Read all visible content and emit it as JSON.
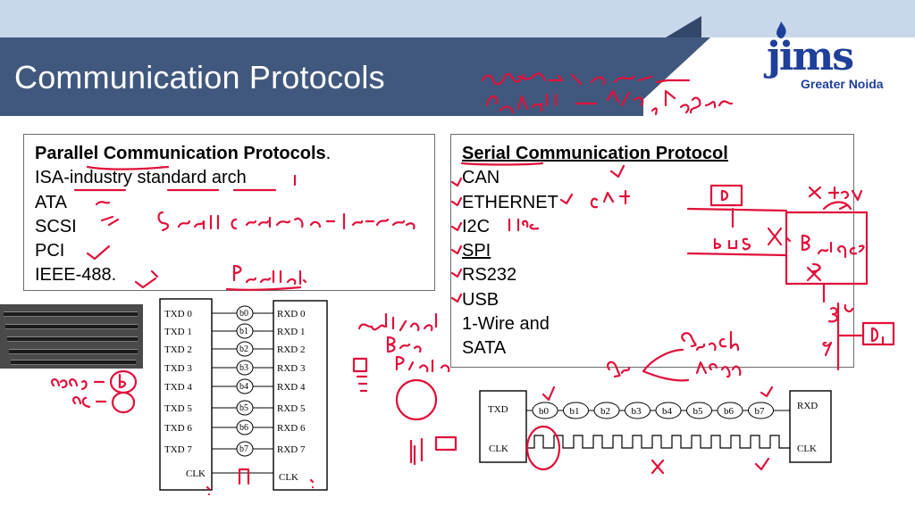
{
  "slide": {
    "title": "Communication Protocols",
    "logo": {
      "word": "jims",
      "subtitle": "Greater Noida"
    }
  },
  "colors": {
    "title_bar": "#41587e",
    "logo_blue": "#1e3f9a",
    "ink_red": "#e0103a",
    "accent_orange": "#f0a030"
  },
  "parallel_box": {
    "heading": "Parallel Communication Protocols",
    "heading_suffix": ".",
    "items": [
      "ISA-industry standard arch",
      "ATA",
      "SCSI",
      "PCI",
      "IEEE-488."
    ]
  },
  "serial_box": {
    "heading": "Serial Communication Protocol",
    "items": [
      "CAN",
      "ETHERNET",
      "I2C",
      "SPI",
      "RS232",
      "USB",
      "1-Wire and",
      "SATA"
    ]
  },
  "parallel_diagram": {
    "txd": [
      "TXD 0",
      "TXD 1",
      "TXD 2",
      "TXD 3",
      "TXD 4",
      "TXD 5",
      "TXD 6",
      "TXD 7"
    ],
    "bits": [
      "b0",
      "b1",
      "b2",
      "b3",
      "b4",
      "b5",
      "b6",
      "b7"
    ],
    "rxd": [
      "RXD 0",
      "RXD 1",
      "RXD 2",
      "RXD 3",
      "RXD 4",
      "RXD 5",
      "RXD 6",
      "RXD 7"
    ],
    "clk_left": "CLK",
    "clk_right": "CLK"
  },
  "serial_diagram": {
    "txd": "TXD",
    "clk_left": "CLK",
    "rxd": "RXD",
    "clk_right": "CLK",
    "bits": [
      "b0",
      "b1",
      "b2",
      "b3",
      "b4",
      "b5",
      "b6",
      "b7"
    ]
  }
}
